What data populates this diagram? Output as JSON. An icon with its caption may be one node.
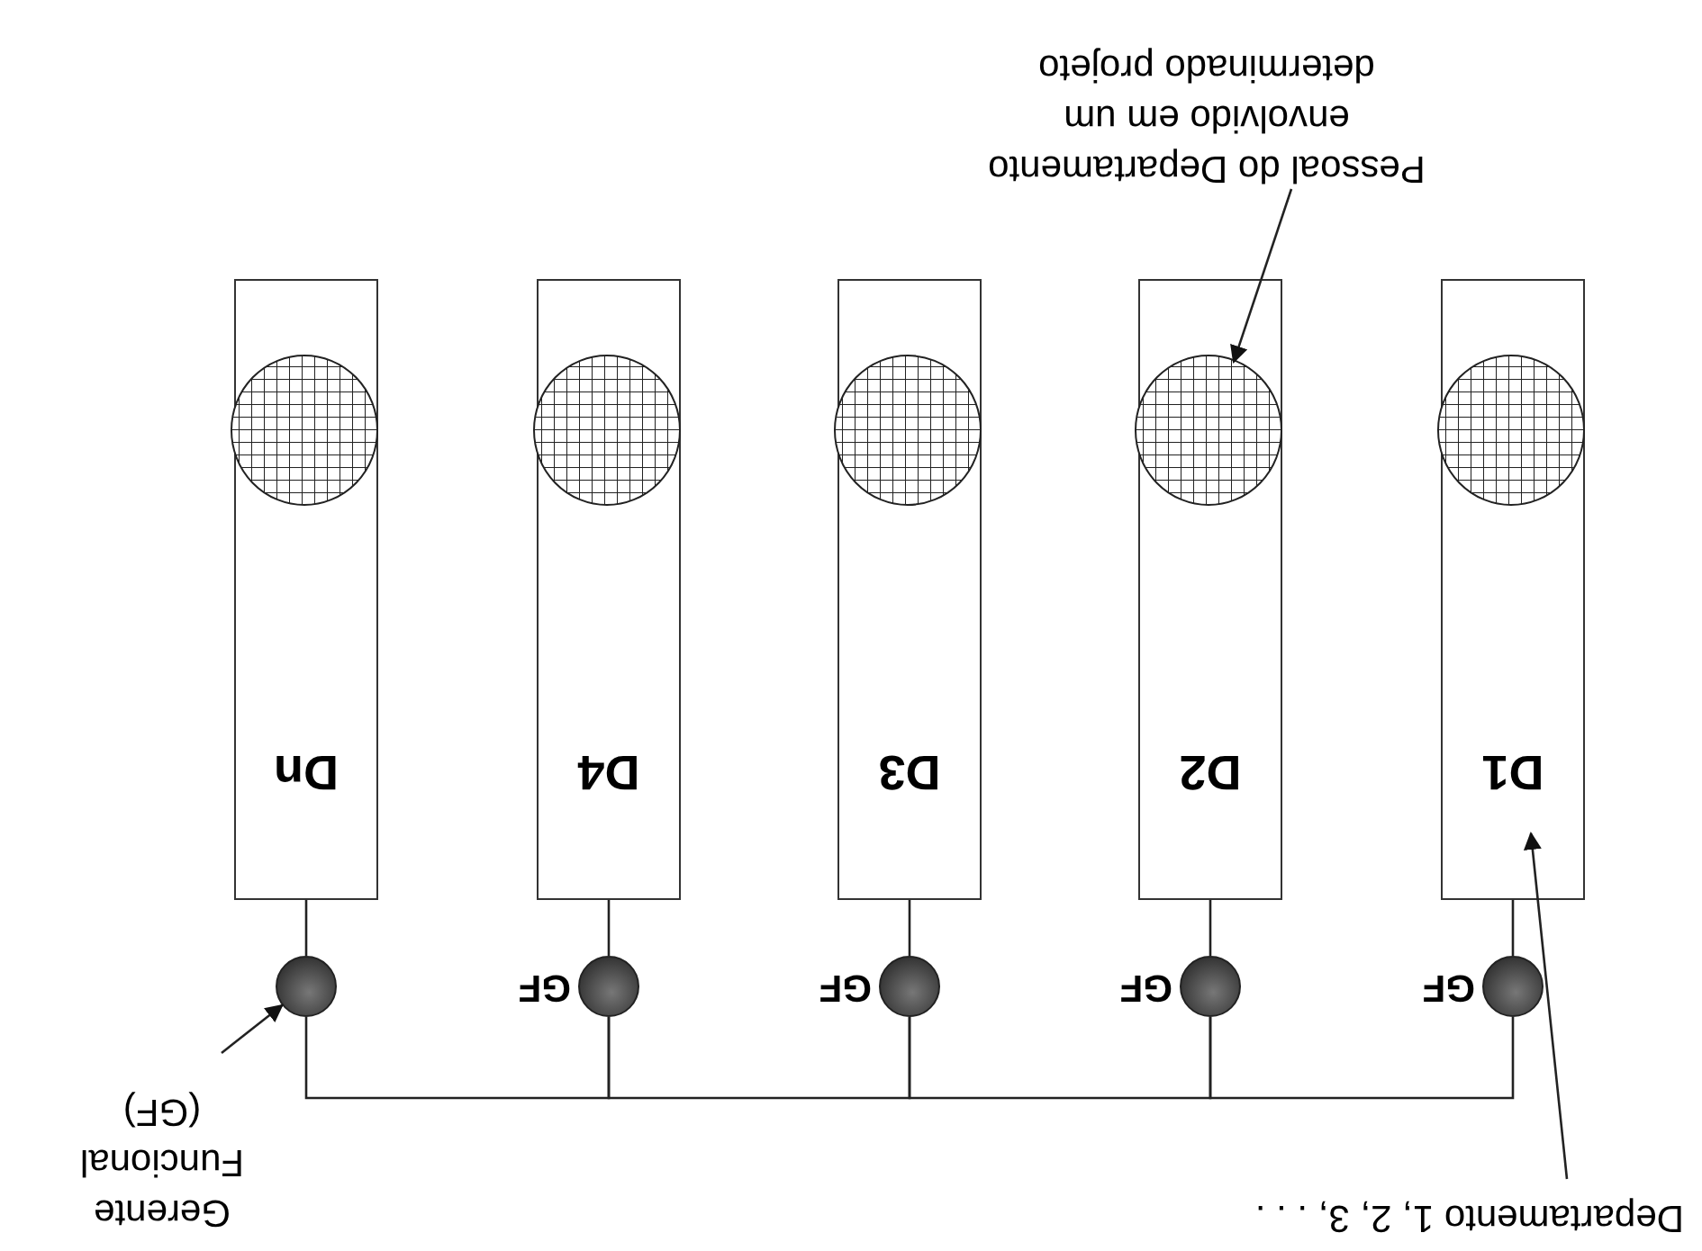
{
  "diagram": {
    "nodes": [
      {
        "text": [
          "Departamento 1, 2, 3, . . ."
        ]
      },
      {
        "text": [
          "Gerente Funcional (GF)"
        ]
      },
      {
        "text": [
          "Pessoal do Departamento envolvido em um determinado projeto"
        ]
      },
      {
        "text": [
          "D1"
        ]
      },
      {
        "text": [
          "D2"
        ]
      },
      {
        "text": [
          "D3"
        ]
      },
      {
        "text": [
          "D4"
        ]
      },
      {
        "text": [
          "Dn"
        ]
      },
      {
        "text": [],
        "shape": "circle",
        "beside": [
          "GF"
        ]
      },
      {
        "text": [],
        "shape": "circle",
        "beside": [
          "GF"
        ]
      },
      {
        "text": [],
        "shape": "circle",
        "beside": [
          "GF"
        ]
      },
      {
        "text": [],
        "shape": "circle",
        "beside": [
          "GF"
        ]
      },
      {
        "text": [],
        "shape": "circle"
      },
      {
        "text": [],
        "shape": "circle",
        "in": 3
      },
      {
        "text": [],
        "shape": "circle",
        "in": 4
      },
      {
        "text": [],
        "shape": "circle",
        "in": 5
      },
      {
        "text": [],
        "shape": "circle",
        "in": 6
      },
      {
        "text": [],
        "shape": "circle",
        "in": 7
      }
    ],
    "edges": [
      {
        "from": 8,
        "to": 9,
        "arrow": "none"
      },
      {
        "from": 9,
        "to": 10,
        "arrow": "none"
      },
      {
        "from": 10,
        "to": 11,
        "arrow": "none"
      },
      {
        "from": 11,
        "to": 12,
        "arrow": "none"
      },
      {
        "from": 8,
        "to": 3,
        "arrow": "none"
      },
      {
        "from": 9,
        "to": 4,
        "arrow": "none"
      },
      {
        "from": 10,
        "to": 5,
        "arrow": "none"
      },
      {
        "from": 11,
        "to": 6,
        "arrow": "none"
      },
      {
        "from": 12,
        "to": 7,
        "arrow": "none"
      },
      {
        "from": 0,
        "to": 3,
        "arrow": "to"
      },
      {
        "from": 2,
        "to": 14,
        "arrow": "to"
      },
      {
        "from": 1,
        "to": 12,
        "arrow": "to"
      }
    ]
  }
}
